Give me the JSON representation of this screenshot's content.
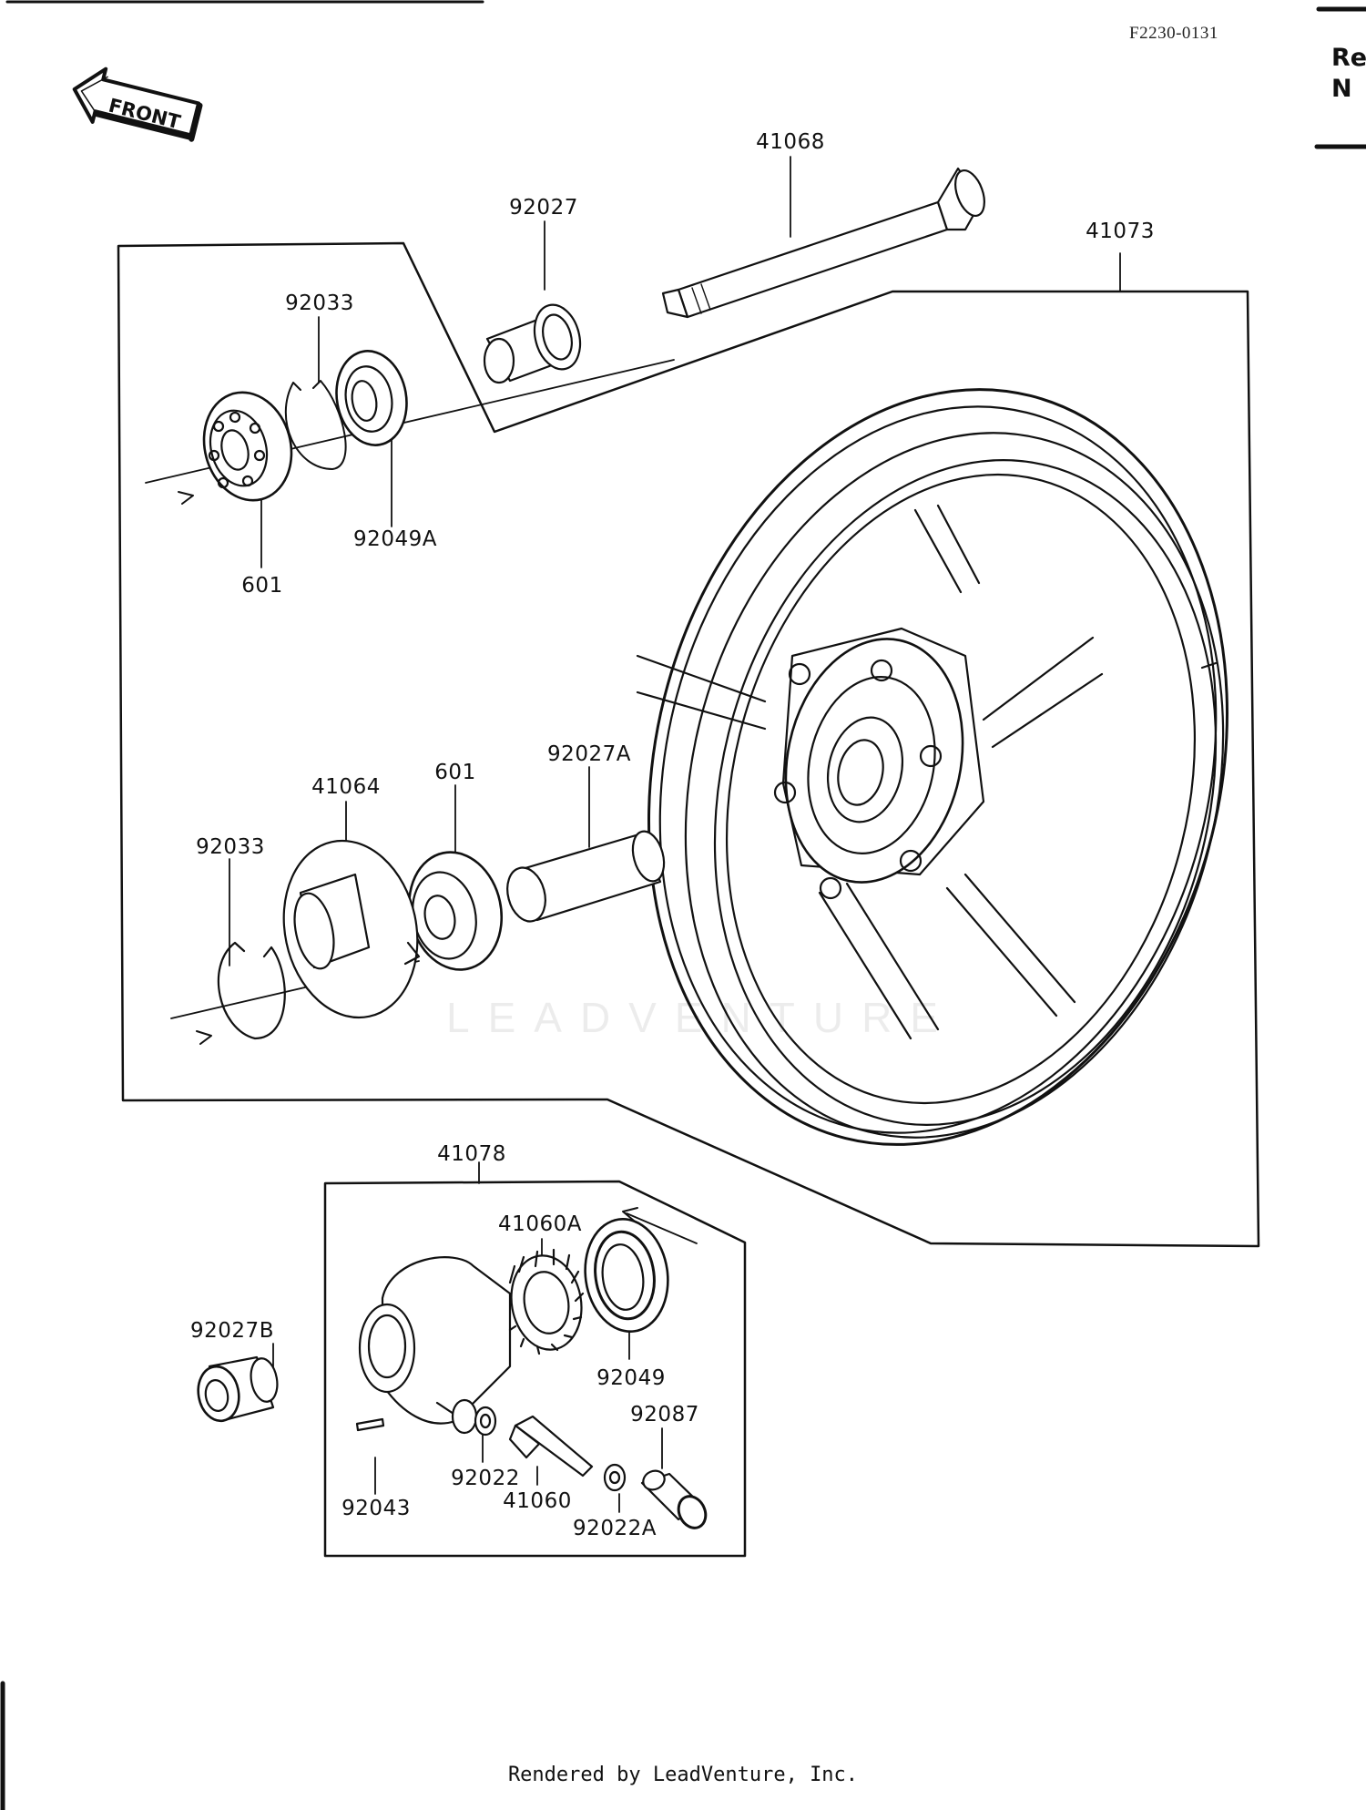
{
  "figure_id": "F2230-0131",
  "corner_text": [
    "Re",
    "N"
  ],
  "front_label": "FRONT",
  "watermark": "LEADVENTURE",
  "footer": "Rendered by LeadVenture, Inc.",
  "labels": {
    "p41068": "41068",
    "p92027": "92027",
    "p41073": "41073",
    "p92033_top": "92033",
    "p92049A": "92049A",
    "p601_top": "601",
    "p41064": "41064",
    "p601_mid": "601",
    "p92027A": "92027A",
    "p92033_mid": "92033",
    "p41078": "41078",
    "p41060A": "41060A",
    "p92027B": "92027B",
    "p92049": "92049",
    "p92087": "92087",
    "p92022": "92022",
    "p41060": "41060",
    "p92043": "92043",
    "p92022A": "92022A"
  }
}
